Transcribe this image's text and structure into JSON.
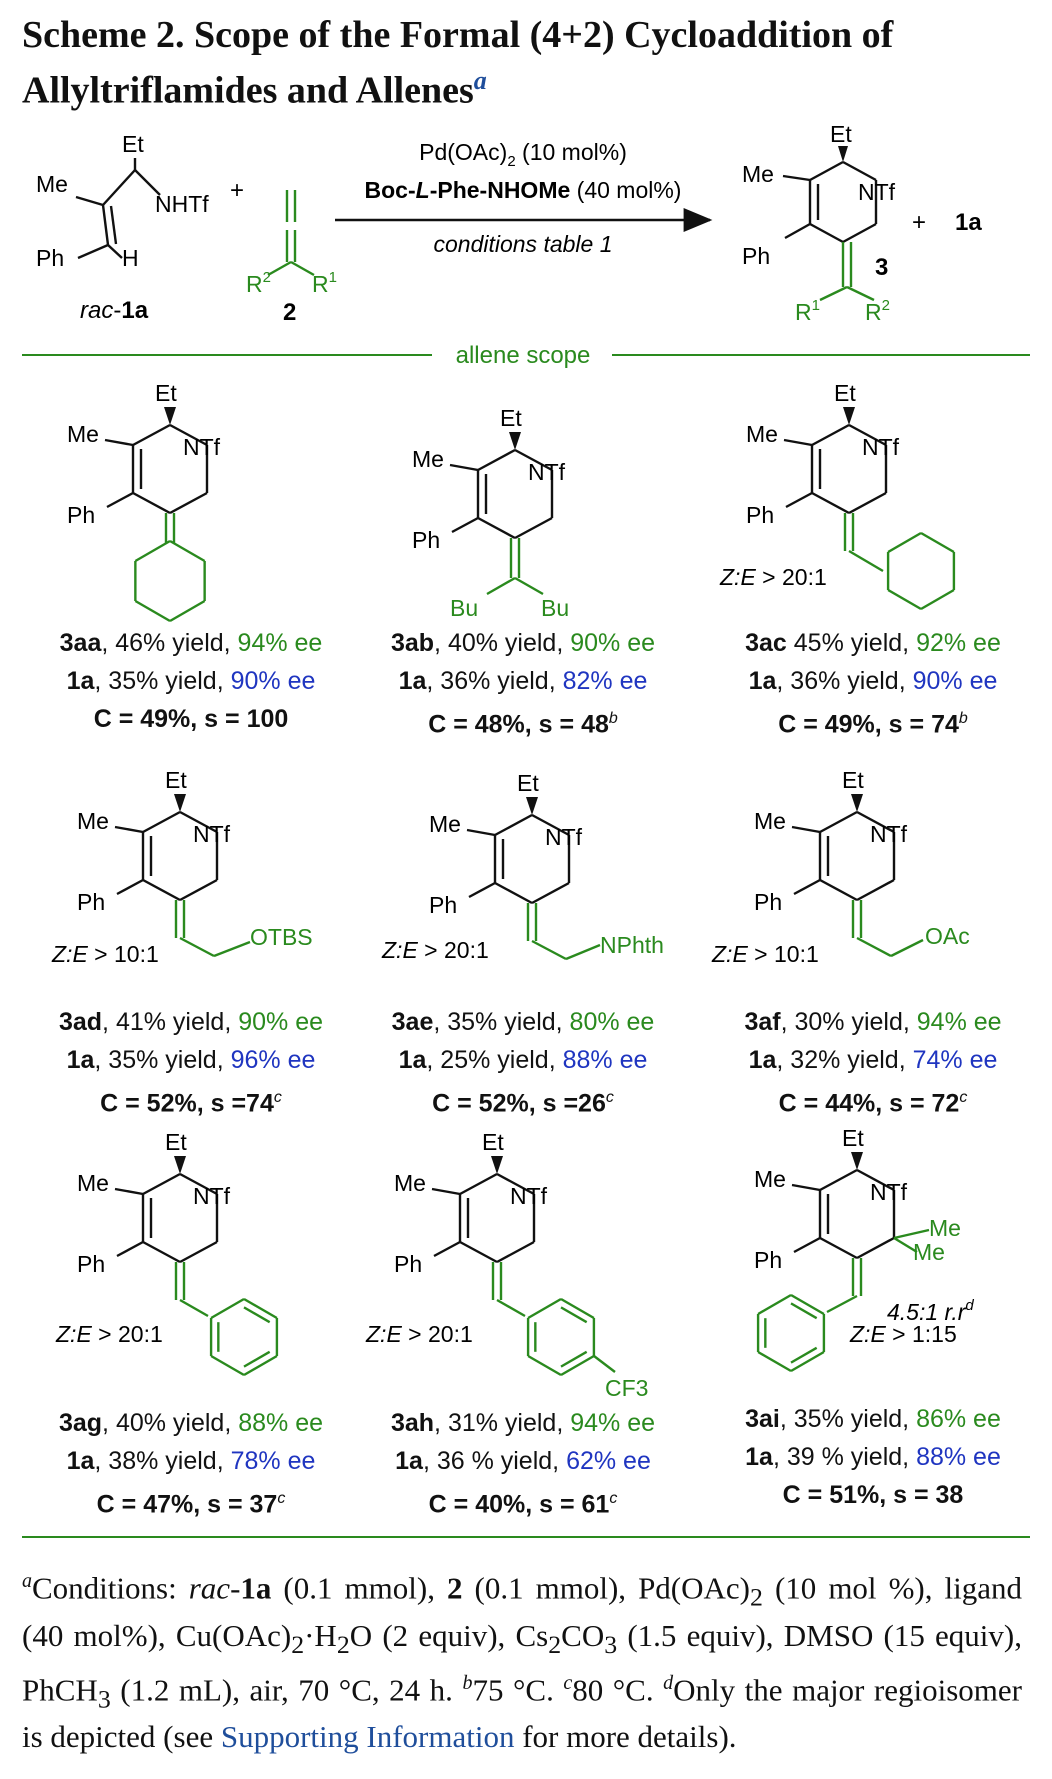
{
  "title": {
    "scheme_label": "Scheme 2.",
    "text": "Scope of the Formal (4+2) Cycloaddition of Allyltriflamides and Allenes",
    "footnote_mark": "a"
  },
  "reaction": {
    "substrate_label": "rac-1a",
    "allene_label": "2",
    "product_label": "3",
    "recovered_label": "1a",
    "reagents": [
      "Pd(OAc)2 (10 mol%)",
      "Boc-L-Phe-NHOMe (40 mol%)",
      "conditions table 1"
    ],
    "plus": "+"
  },
  "section_label": "allene scope",
  "atoms": {
    "Et": "Et",
    "Me": "Me",
    "Ph": "Ph",
    "NTf": "NTf",
    "NHTf": "NHTf",
    "H": "H",
    "R1": "R1",
    "R2": "R2",
    "Bu": "Bu",
    "OTBS": "OTBS",
    "NPhth": "NPhth",
    "OAc": "OAc",
    "CF3": "CF3"
  },
  "colors": {
    "green": "#2a8a1e",
    "blue": "#1f35c0",
    "link": "#1f4e9b"
  },
  "entries": [
    {
      "id": "3aa",
      "sep": ",",
      "prod_yield": "46% yield",
      "prod_ee": "94% ee",
      "sm_yield": "35% yield",
      "sm_ee": "90% ee",
      "C": "C = 49%, s = 100",
      "note": "",
      "ratio": ""
    },
    {
      "id": "3ab",
      "sep": ",",
      "prod_yield": "40% yield",
      "prod_ee": "90% ee",
      "sm_yield": "36% yield",
      "sm_ee": "82% ee",
      "C": "C = 48%, s = 48",
      "note": "b",
      "ratio": ""
    },
    {
      "id": "3ac",
      "sep": "",
      "prod_yield": "45% yield",
      "prod_ee": "92% ee",
      "sm_yield": "36% yield",
      "sm_ee": "90% ee",
      "C": "C = 49%, s = 74",
      "note": "b",
      "ratio": "Z:E > 20:1"
    },
    {
      "id": "3ad",
      "sep": ",",
      "prod_yield": "41% yield",
      "prod_ee": "90% ee",
      "sm_yield": "35% yield",
      "sm_ee": "96% ee",
      "C": "C = 52%, s =74",
      "note": "c",
      "ratio": "Z:E > 10:1"
    },
    {
      "id": "3ae",
      "sep": ",",
      "prod_yield": "35% yield",
      "prod_ee": "80% ee",
      "sm_yield": "25% yield",
      "sm_ee": "88% ee",
      "C": "C = 52%, s =26",
      "note": "c",
      "ratio": "Z:E > 20:1"
    },
    {
      "id": "3af",
      "sep": ",",
      "prod_yield": "30% yield",
      "prod_ee": "94% ee",
      "sm_yield": "32% yield",
      "sm_ee": "74% ee",
      "C": "C = 44%, s = 72",
      "note": "c",
      "ratio": "Z:E > 10:1"
    },
    {
      "id": "3ag",
      "sep": ",",
      "prod_yield": "40% yield",
      "prod_ee": "88% ee",
      "sm_yield": "38% yield",
      "sm_ee": "78% ee",
      "C": "C = 47%, s = 37",
      "note": "c",
      "ratio": "Z:E > 20:1"
    },
    {
      "id": "3ah",
      "sep": ",",
      "prod_yield": "31% yield",
      "prod_ee": "94% ee",
      "sm_yield": "36 % yield",
      "sm_ee": "62% ee",
      "C": "C = 40%, s = 61",
      "note": "c",
      "ratio": "Z:E > 20:1"
    },
    {
      "id": "3ai",
      "sep": ",",
      "prod_yield": "35% yield",
      "prod_ee": "86% ee",
      "sm_yield": "39 % yield",
      "sm_ee": "88% ee",
      "C": "C = 51%, s = 38",
      "note": "",
      "ratio": "Z:E > 1:15",
      "rr": "4.5:1 r.r",
      "rr_note": "d"
    }
  ],
  "sm_label": "1a",
  "footnotes": {
    "a": "Conditions: rac-1a (0.1 mmol), 2 (0.1 mmol), Pd(OAc)2 (10 mol %), ligand (40 mol%), Cu(OAc)2·H2O (2 equiv), Cs2CO3 (1.5 equiv), DMSO (15 equiv), PhCH3 (1.2 mL), air, 70 °C, 24 h.",
    "b": "75 °C.",
    "c": "80 °C.",
    "d": "Only the major regioisomer is depicted (see Supporting Information for more details).",
    "link_text": "Supporting Information"
  }
}
